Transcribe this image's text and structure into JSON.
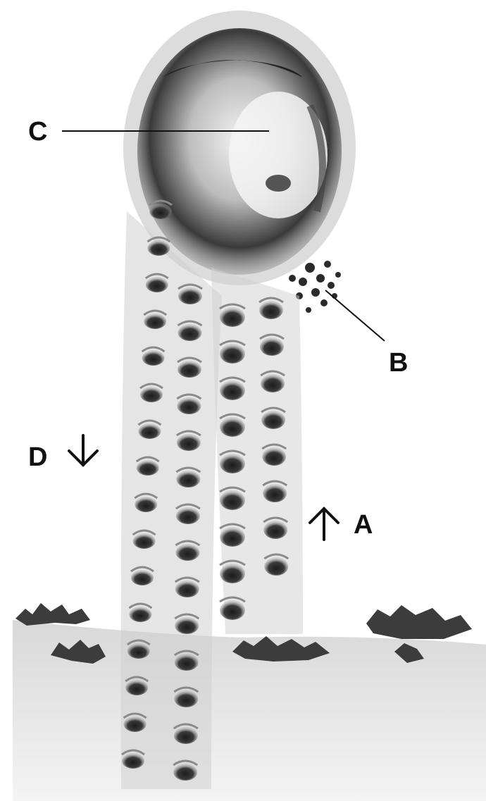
{
  "labels": {
    "c": "C",
    "b": "B",
    "d": "D",
    "a": "A"
  },
  "colors": {
    "ink": "#111111",
    "shade_dark": "#2a2a2a",
    "shade_mid": "#7a7a7a",
    "shade_light": "#c8c8c8",
    "ground": "#e4e4e4",
    "background": "#ffffff"
  },
  "arrows": {
    "a": "up",
    "d": "down"
  }
}
